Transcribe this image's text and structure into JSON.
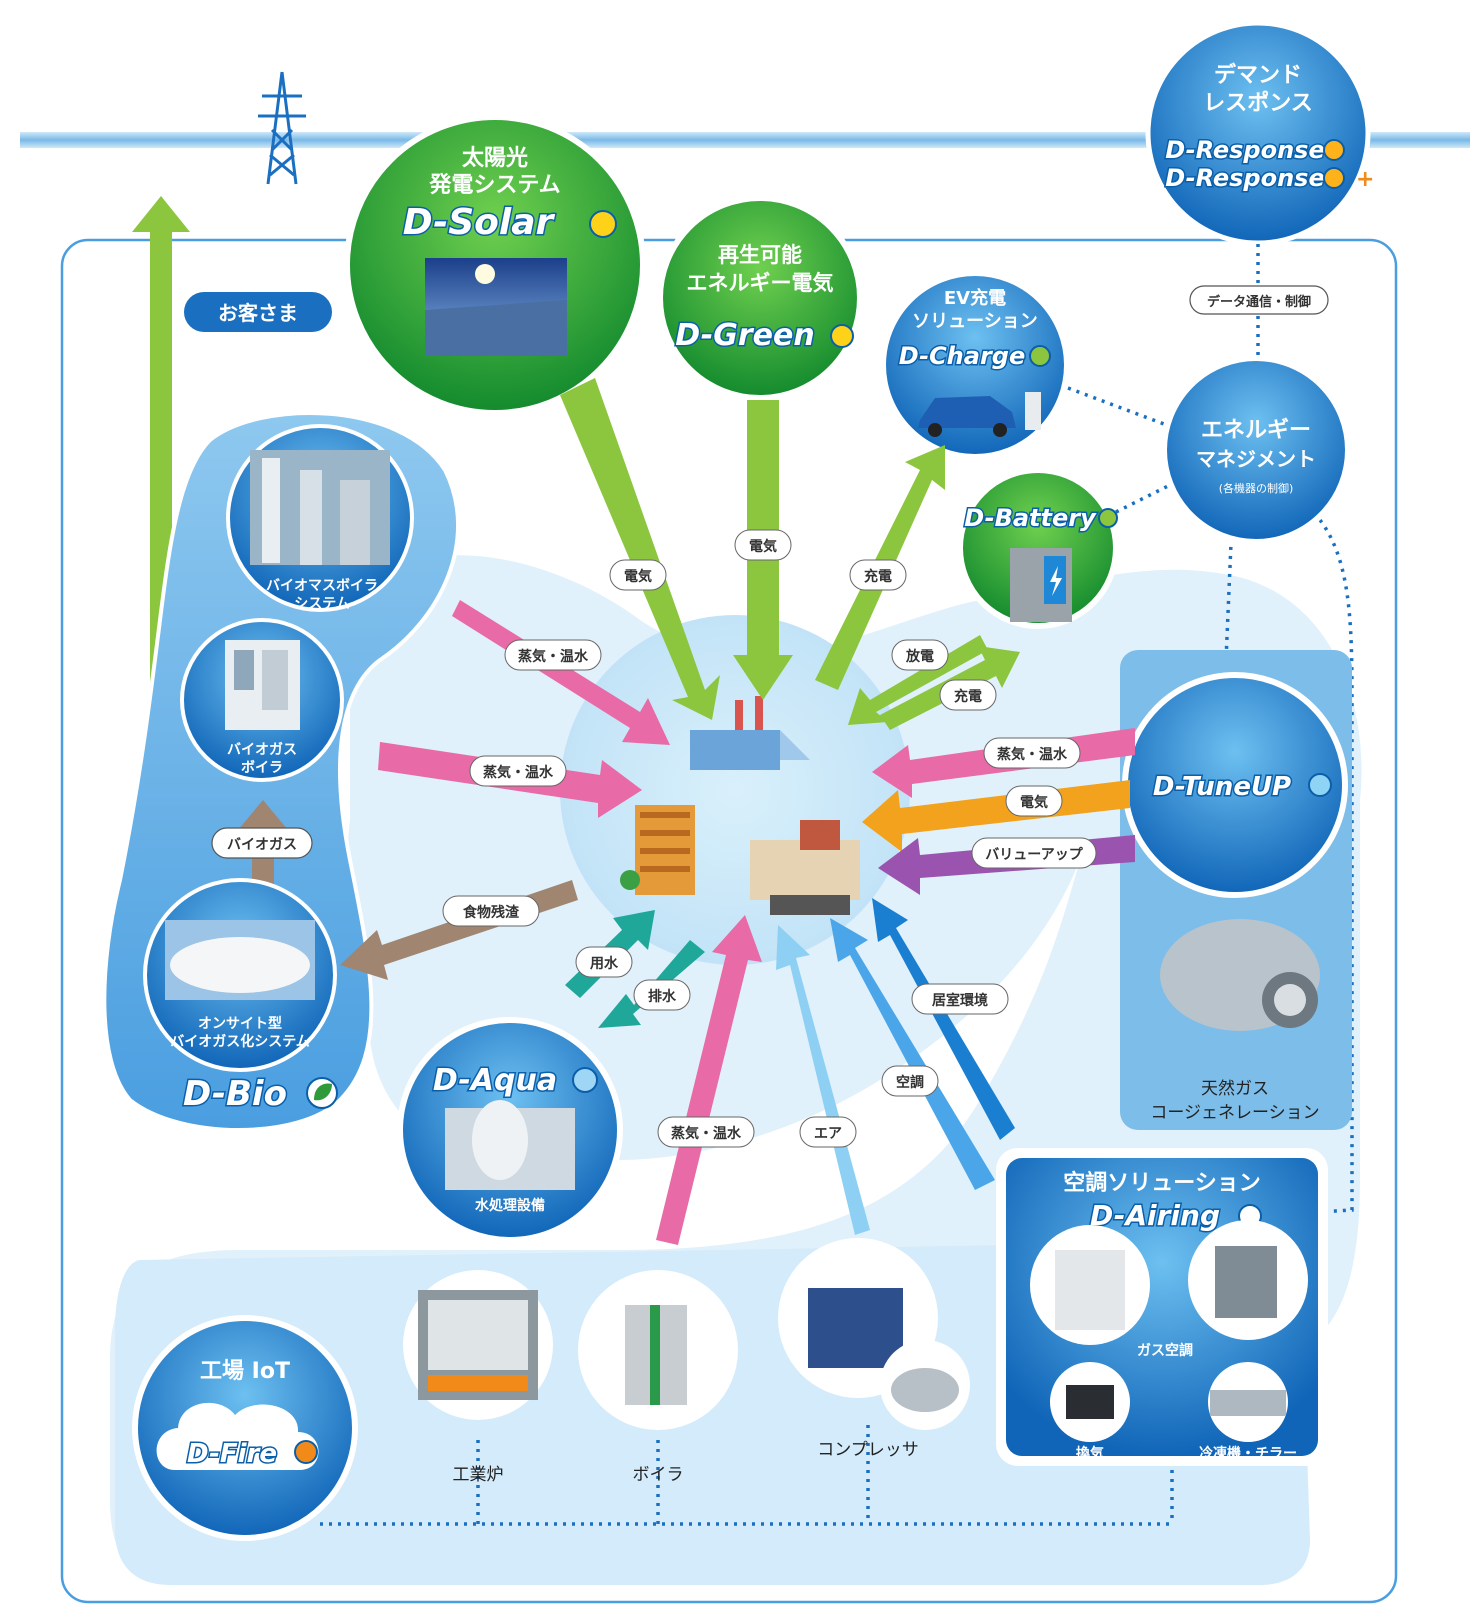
{
  "customer_label": "お客さま",
  "solar": {
    "title1": "太陽光",
    "title2": "発電システム",
    "brand": "D-Solar"
  },
  "green": {
    "title1": "再生可能",
    "title2": "エネルギー電気",
    "brand": "D-Green"
  },
  "charge": {
    "title1": "EV充電",
    "title2": "ソリューション",
    "brand": "D-Charge"
  },
  "battery": {
    "brand": "D-Battery"
  },
  "response": {
    "title1": "デマンド",
    "title2": "レスポンス",
    "brand1": "D-Response",
    "brand2": "D-Response",
    "plus": "+"
  },
  "energy_mgmt": {
    "title1": "エネルギー",
    "title2": "マネジメント",
    "sub": "(各機器の制御)"
  },
  "data_comm": "データ通信・制御",
  "tuneup": {
    "brand": "D-TuneUP",
    "caption1": "天然ガス",
    "caption2": "コージェネレーション"
  },
  "bio": {
    "brand": "D-Bio",
    "boiler_sys1": "バイオマスボイラ",
    "boiler_sys2": "システム",
    "gas_boiler1": "バイオガス",
    "gas_boiler2": "ボイラ",
    "onsite1": "オンサイト型",
    "onsite2": "バイオガス化システム",
    "biogas_label": "バイオガス"
  },
  "aqua": {
    "brand": "D-Aqua",
    "caption": "水処理設備"
  },
  "airing": {
    "title": "空調ソリューション",
    "brand": "D-Airing",
    "gas_ac": "ガス空調",
    "vent": "換気",
    "chiller": "冷凍機・チラー"
  },
  "fire": {
    "title": "工場 IoT",
    "brand": "D-Fire"
  },
  "equipment": {
    "furnace": "工業炉",
    "boiler": "ボイラ",
    "compressor": "コンプレッサ"
  },
  "arrows": {
    "solar_elec": "電気",
    "green_elec": "電気",
    "ev_charge": "充電",
    "discharge": "放電",
    "battery_charge": "充電",
    "steam1": "蒸気・温水",
    "steam2": "蒸気・温水",
    "food_waste": "食物残渣",
    "tune_steam": "蒸気・温水",
    "tune_elec": "電気",
    "value_up": "バリューアップ",
    "water_in": "用水",
    "water_out": "排水",
    "boiler_steam": "蒸気・温水",
    "air": "エア",
    "ac": "空調",
    "indoor": "居室環境"
  },
  "colors": {
    "green": "#5fb030",
    "pink": "#e86aa6",
    "orange": "#f2a21c",
    "purple": "#9a54b0",
    "teal": "#1fa89a",
    "lightblue": "#6cc0ee",
    "blue": "#1a7fd0",
    "brown": "#a08570"
  }
}
